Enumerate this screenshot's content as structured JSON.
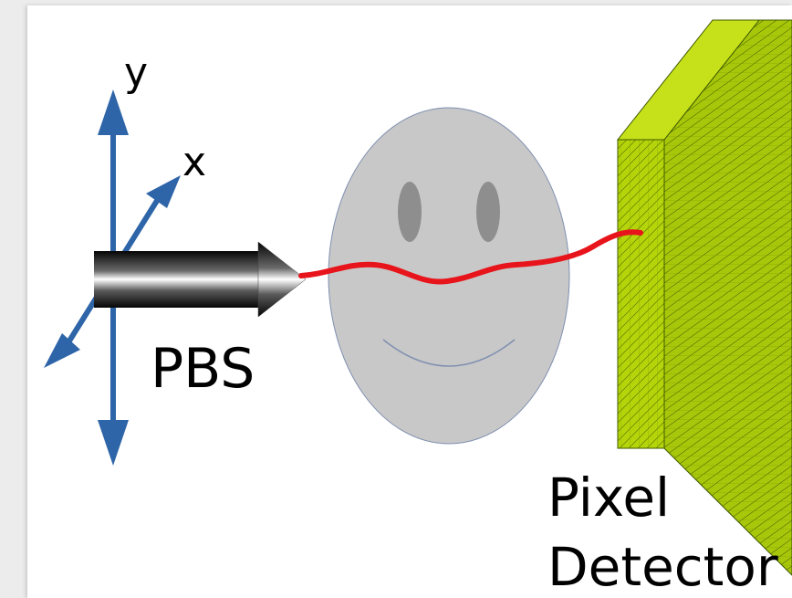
{
  "labels": {
    "axis_y": "y",
    "axis_x": "x",
    "source": "PBS",
    "detector_line1": "Pixel",
    "detector_line2": "Detector"
  },
  "colors": {
    "axis_arrows": "#2e64a8",
    "beam_path": "#e8141b",
    "face": "#c8c8c8",
    "detector_front": "#b5d40a",
    "detector_side": "#a9c70a"
  }
}
